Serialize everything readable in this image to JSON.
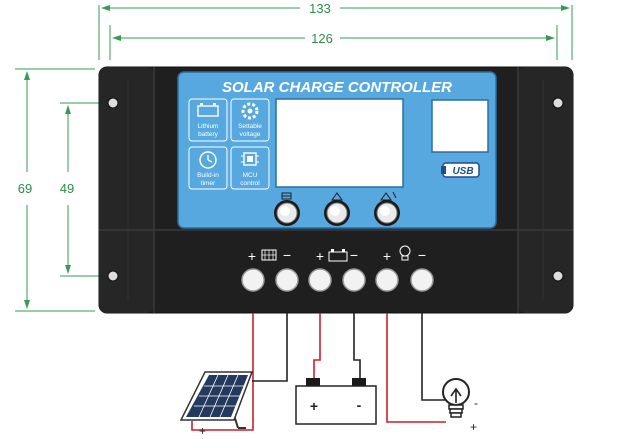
{
  "dimensions": {
    "overall_width": "133",
    "inner_width": "126",
    "overall_height": "69",
    "inner_height": "49"
  },
  "panel": {
    "title": "SOLAR CHARGE CONTROLLER",
    "features": [
      {
        "icon": "battery-icon",
        "line1": "Lithium",
        "line2": "battery"
      },
      {
        "icon": "gear-icon",
        "line1": "Settable",
        "line2": "voltage"
      },
      {
        "icon": "clock-icon",
        "line1": "Build-in",
        "line2": "timer"
      },
      {
        "icon": "chip-icon",
        "line1": "MCU",
        "line2": "control"
      }
    ],
    "usb_label": "USB",
    "accent_blue": "#56a8df",
    "body_dark": "#222222"
  },
  "terminals": {
    "groups": [
      {
        "icon": "solar-panel-icon",
        "plus": "+",
        "minus": "−"
      },
      {
        "icon": "battery-icon",
        "plus": "+",
        "minus": "−"
      },
      {
        "icon": "bulb-icon",
        "plus": "+",
        "minus": "−"
      }
    ]
  },
  "wiring": {
    "solar_minus": "-",
    "solar_plus": "+",
    "battery_plus": "+",
    "battery_minus": "-",
    "load_minus": "-",
    "load_plus": "+",
    "positive_color": "#cc1f2a",
    "negative_color": "#222222"
  }
}
